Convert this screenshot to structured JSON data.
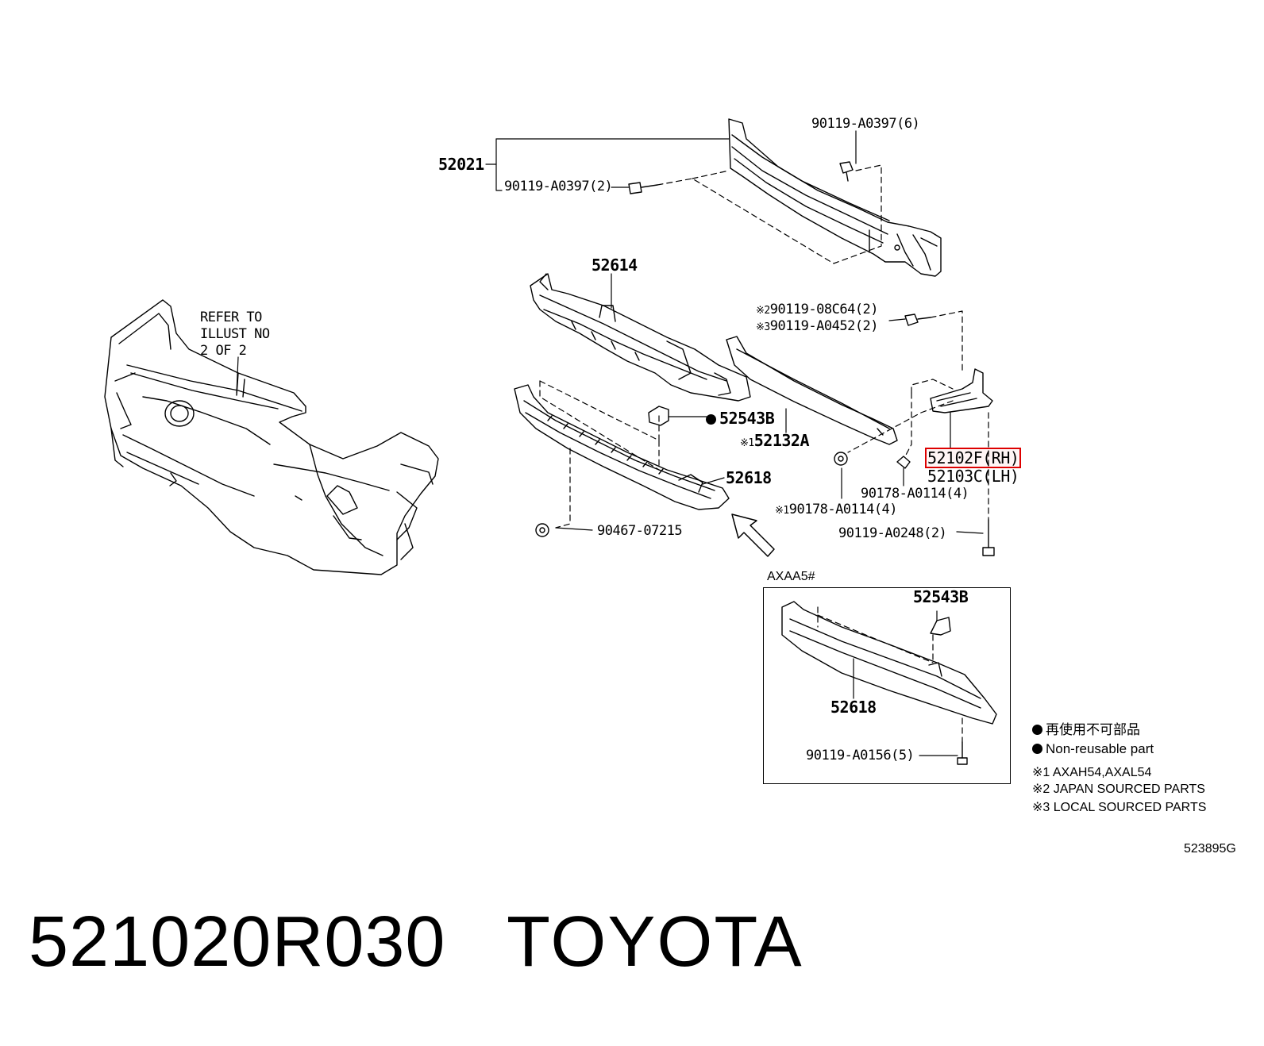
{
  "labels": {
    "p52021": "52021",
    "bolt_left": "90119-A0397(2)",
    "bolt_top": "90119-A0397(6)",
    "p52614": "52614",
    "refer_line1": "REFER TO",
    "refer_line2": "ILLUST NO",
    "refer_line3": "2 OF 2",
    "mark2": "※2",
    "bolt_08c64": "90119-08C64(2)",
    "mark3": "※3",
    "bolt_a0452": "90119-A0452(2)",
    "p52543b": "52543B",
    "mark1_52132a": "※1",
    "p52132a": "52132A",
    "p52102f": "52102F(RH)",
    "p52103c": "52103C(LH)",
    "p52618": "52618",
    "nut_a0114": "90178-A0114(4)",
    "mark1_nut": "※1",
    "nut_a0114_alt": "90178-A0114(4)",
    "bolt_a0248": "90119-A0248(2)",
    "clip_90467": "90467-07215",
    "variant_code": "AXAA5#",
    "variant_52543b": "52543B",
    "variant_52618": "52618",
    "variant_bolt": "90119-A0156(5)",
    "diagram_code": "523895G"
  },
  "legend": {
    "nonreusable_jp": "再使用不可部品",
    "nonreusable_en": "Non-reusable part",
    "note1": "※1 AXAH54,AXAL54",
    "note2": "※2 JAPAN SOURCED PARTS",
    "note3": "※3 LOCAL SOURCED PARTS"
  },
  "footer": {
    "part_number": "521020R030",
    "brand": "TOYOTA"
  },
  "highlight_color": "#dd0000"
}
